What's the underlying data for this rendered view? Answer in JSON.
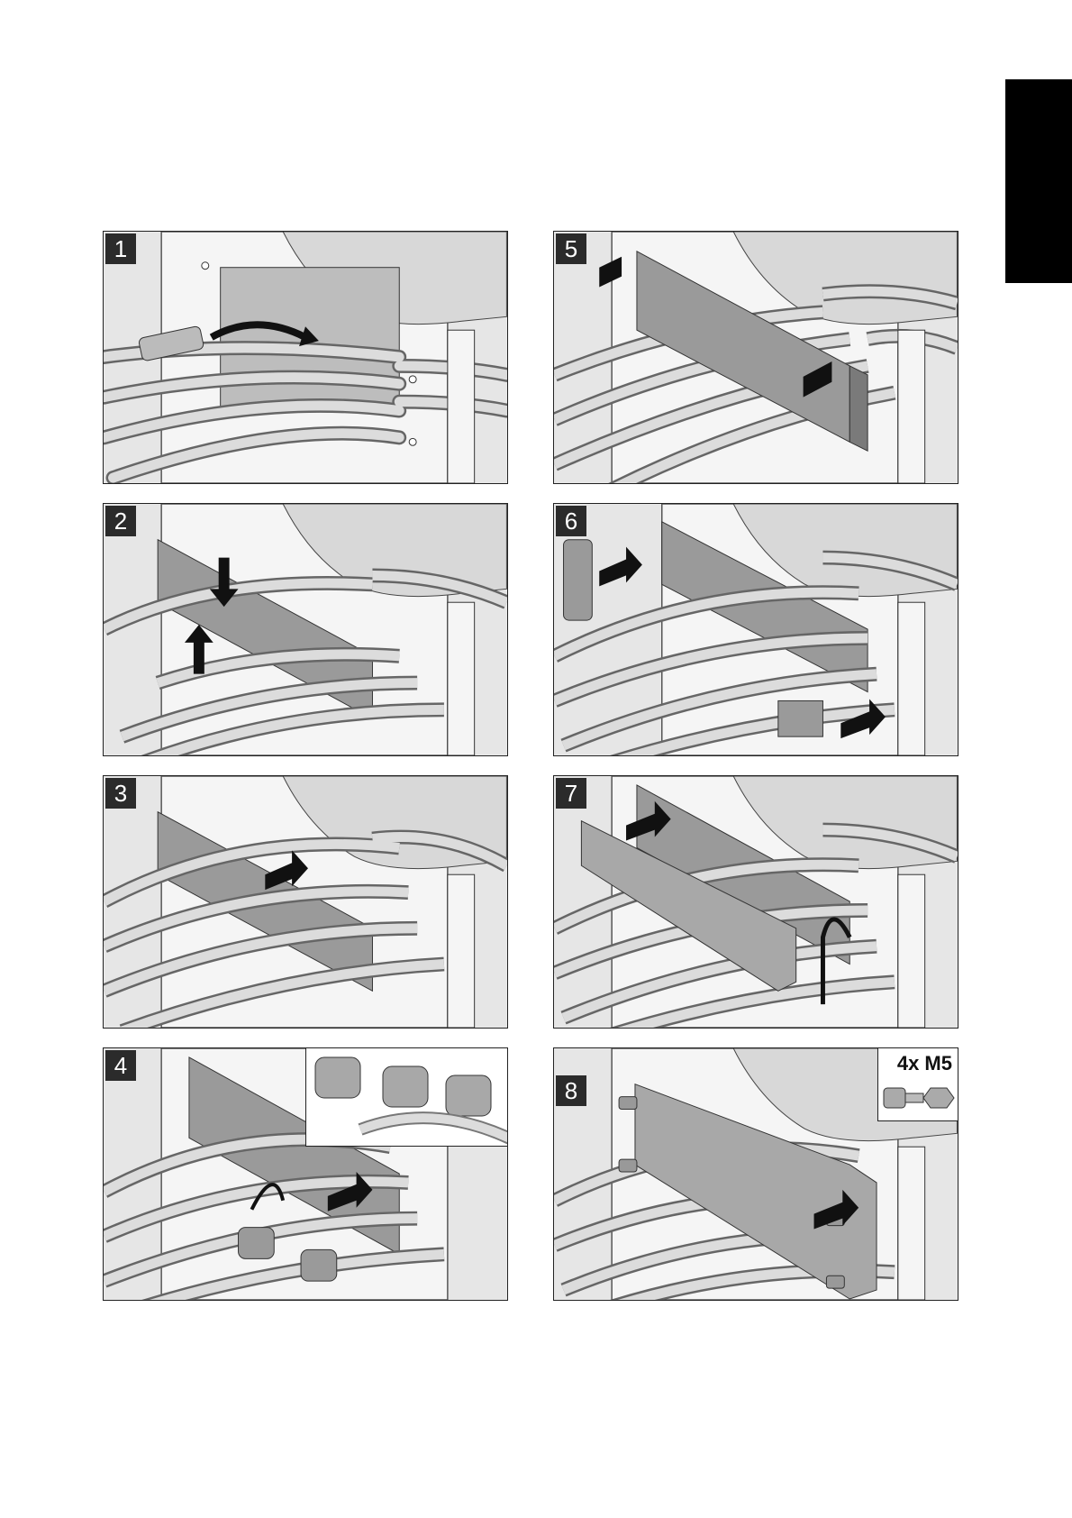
{
  "page": {
    "side_tab_color": "#000000"
  },
  "panels": [
    {
      "number": "1"
    },
    {
      "number": "2"
    },
    {
      "number": "3"
    },
    {
      "number": "4"
    },
    {
      "number": "5"
    },
    {
      "number": "6"
    },
    {
      "number": "7"
    },
    {
      "number": "8",
      "hardware_label": "4x M5"
    }
  ],
  "colors": {
    "panel_bg": "#e9e9e9",
    "wall": "#f4f4f4",
    "cable": "#c9c9c9",
    "frame": "#8a8a8a",
    "arrow": "#111111"
  }
}
